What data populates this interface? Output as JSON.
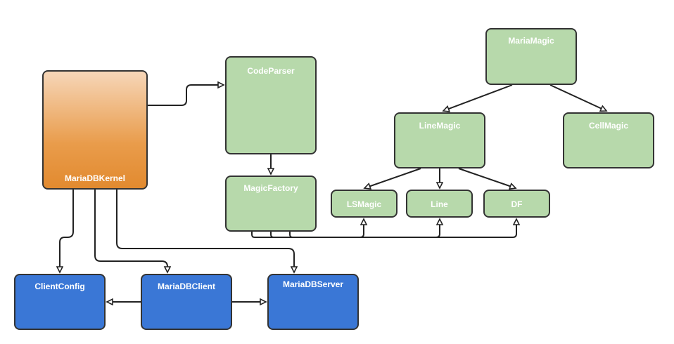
{
  "diagram": {
    "colors": {
      "green": "#b7d9ab",
      "blue": "#3a77d6",
      "orange_top": "#f6d6b8",
      "orange_bottom": "#e28a2f",
      "stroke": "#333333",
      "text": "#ffffff"
    },
    "nodes": {
      "mariadbkernel": "MariaDBKernel",
      "codeparser": "CodeParser",
      "magicfactory": "MagicFactory",
      "mariamagic": "MariaMagic",
      "linemagic": "LineMagic",
      "cellmagic": "CellMagic",
      "lsmagic": "LSMagic",
      "line": "Line",
      "df": "DF",
      "clientconfig": "ClientConfig",
      "mariadbclient": "MariaDBClient",
      "mariadbserver": "MariaDBServer"
    },
    "edges": [
      {
        "from": "MariaDBKernel",
        "to": "CodeParser"
      },
      {
        "from": "CodeParser",
        "to": "MagicFactory"
      },
      {
        "from": "MariaMagic",
        "to": "LineMagic"
      },
      {
        "from": "MariaMagic",
        "to": "CellMagic"
      },
      {
        "from": "LineMagic",
        "to": "LSMagic"
      },
      {
        "from": "LineMagic",
        "to": "Line"
      },
      {
        "from": "LineMagic",
        "to": "DF"
      },
      {
        "from": "MagicFactory",
        "to": "LSMagic"
      },
      {
        "from": "MagicFactory",
        "to": "Line"
      },
      {
        "from": "MagicFactory",
        "to": "DF"
      },
      {
        "from": "MariaDBKernel",
        "to": "ClientConfig"
      },
      {
        "from": "MariaDBKernel",
        "to": "MariaDBClient"
      },
      {
        "from": "MariaDBKernel",
        "to": "MariaDBServer"
      },
      {
        "from": "MariaDBClient",
        "to": "ClientConfig"
      },
      {
        "from": "MariaDBClient",
        "to": "MariaDBServer"
      }
    ]
  }
}
